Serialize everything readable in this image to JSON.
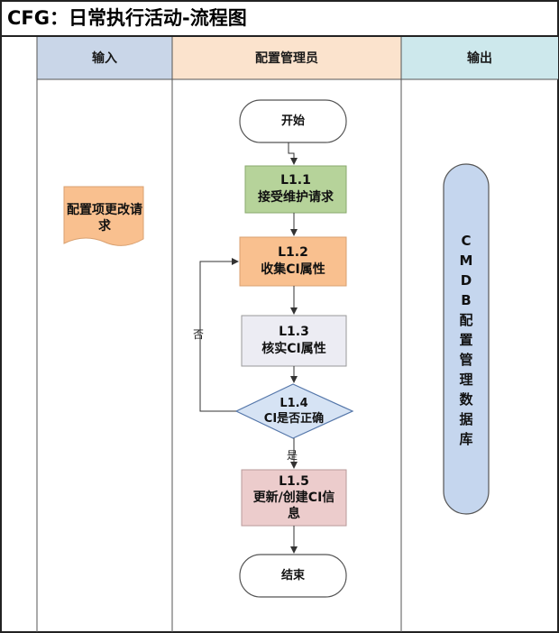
{
  "title": "CFG：日常执行活动-流程图",
  "lanes": {
    "input": "输入",
    "admin": "配置管理员",
    "output": "输出"
  },
  "input_doc": "配置项更改请求",
  "nodes": {
    "start": "开始",
    "l11": {
      "id": "L1.1",
      "text": "接受维护请求"
    },
    "l12": {
      "id": "L1.2",
      "text": "收集CI属性"
    },
    "l13": {
      "id": "L1.3",
      "text": "核实CI属性"
    },
    "l14": {
      "id": "L1.4",
      "text": "CI是否正确"
    },
    "l15": {
      "id": "L1.5",
      "text": "更新/创建CI信息"
    },
    "end": "结束"
  },
  "edges": {
    "yes": "是",
    "no": "否"
  },
  "output_db": "CMDB配置管理数据库",
  "colors": {
    "lane_input": "#c9d6e8",
    "lane_admin": "#fbe3cd",
    "lane_output": "#cde8ec",
    "l11_fill": "#b6d39a",
    "l12_fill": "#f9c08f",
    "l13_fill": "#ececf3",
    "l14_fill": "#d6e3f4",
    "l15_fill": "#eccccc",
    "doc_fill": "#f9c08f",
    "db_fill": "#c5d6ee"
  }
}
